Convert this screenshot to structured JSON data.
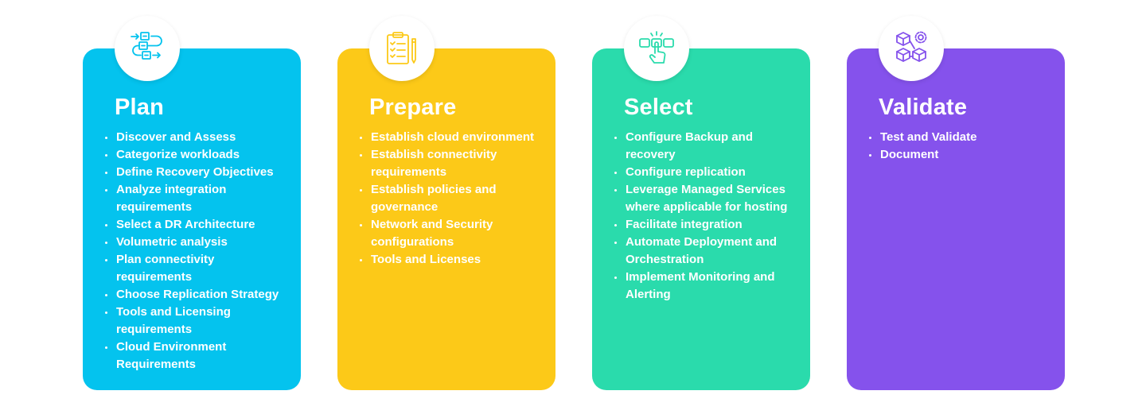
{
  "cards": [
    {
      "title": "Plan",
      "color": "#04C3EE",
      "icon": "workflow-icon",
      "icon_color": "#04C3EE",
      "items": [
        "Discover and Assess",
        "Categorize workloads",
        "Define Recovery Objectives",
        "Analyze integration requirements",
        "Select a DR Architecture",
        "Volumetric analysis",
        "Plan connectivity requirements",
        "Choose Replication Strategy",
        "Tools and Licensing requirements",
        "Cloud Environment Requirements"
      ]
    },
    {
      "title": "Prepare",
      "color": "#FCC918",
      "icon": "clipboard-checklist-icon",
      "icon_color": "#FCC918",
      "items": [
        "Establish cloud environment",
        "Establish connectivity requirements",
        "Establish policies and governance",
        "Network and Security configurations",
        "Tools and Licenses"
      ]
    },
    {
      "title": "Select",
      "color": "#2ADBAC",
      "icon": "hand-select-icon",
      "icon_color": "#2ADBAC",
      "items": [
        "Configure Backup and recovery",
        "Configure replication",
        "Leverage Managed Services where applicable for hosting",
        "Facilitate integration",
        "Automate Deployment and Orchestration",
        "Implement Monitoring and Alerting"
      ]
    },
    {
      "title": "Validate",
      "color": "#8552EC",
      "icon": "cubes-gear-icon",
      "icon_color": "#8552EC",
      "items": [
        "Test and Validate",
        "Document"
      ]
    }
  ]
}
